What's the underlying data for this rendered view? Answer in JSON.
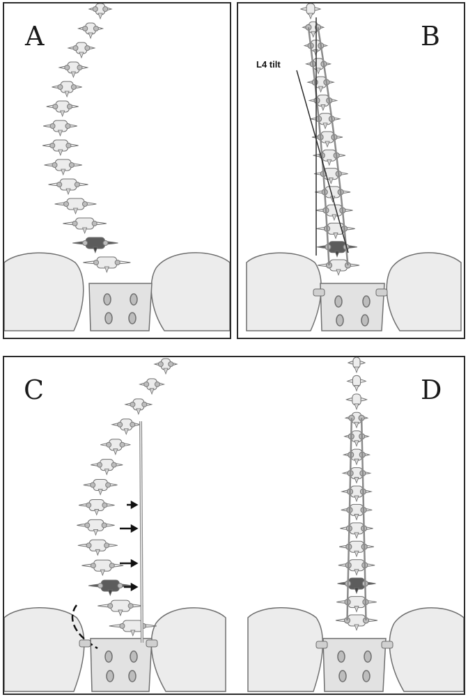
{
  "figure": {
    "panels": [
      {
        "id": "A",
        "label": "A"
      },
      {
        "id": "B",
        "label": "B",
        "annotation": "L4 tilt"
      },
      {
        "id": "C",
        "label": "C"
      },
      {
        "id": "D",
        "label": "D"
      }
    ]
  },
  "colors": {
    "bone_fill": "#ececec",
    "bone_stroke": "#6f6f6f",
    "highlight_vertebra": "#5c5c5c",
    "rod": "#8a8a8a",
    "screw": "#7a7a7a",
    "frame": "#2a2a2a"
  }
}
